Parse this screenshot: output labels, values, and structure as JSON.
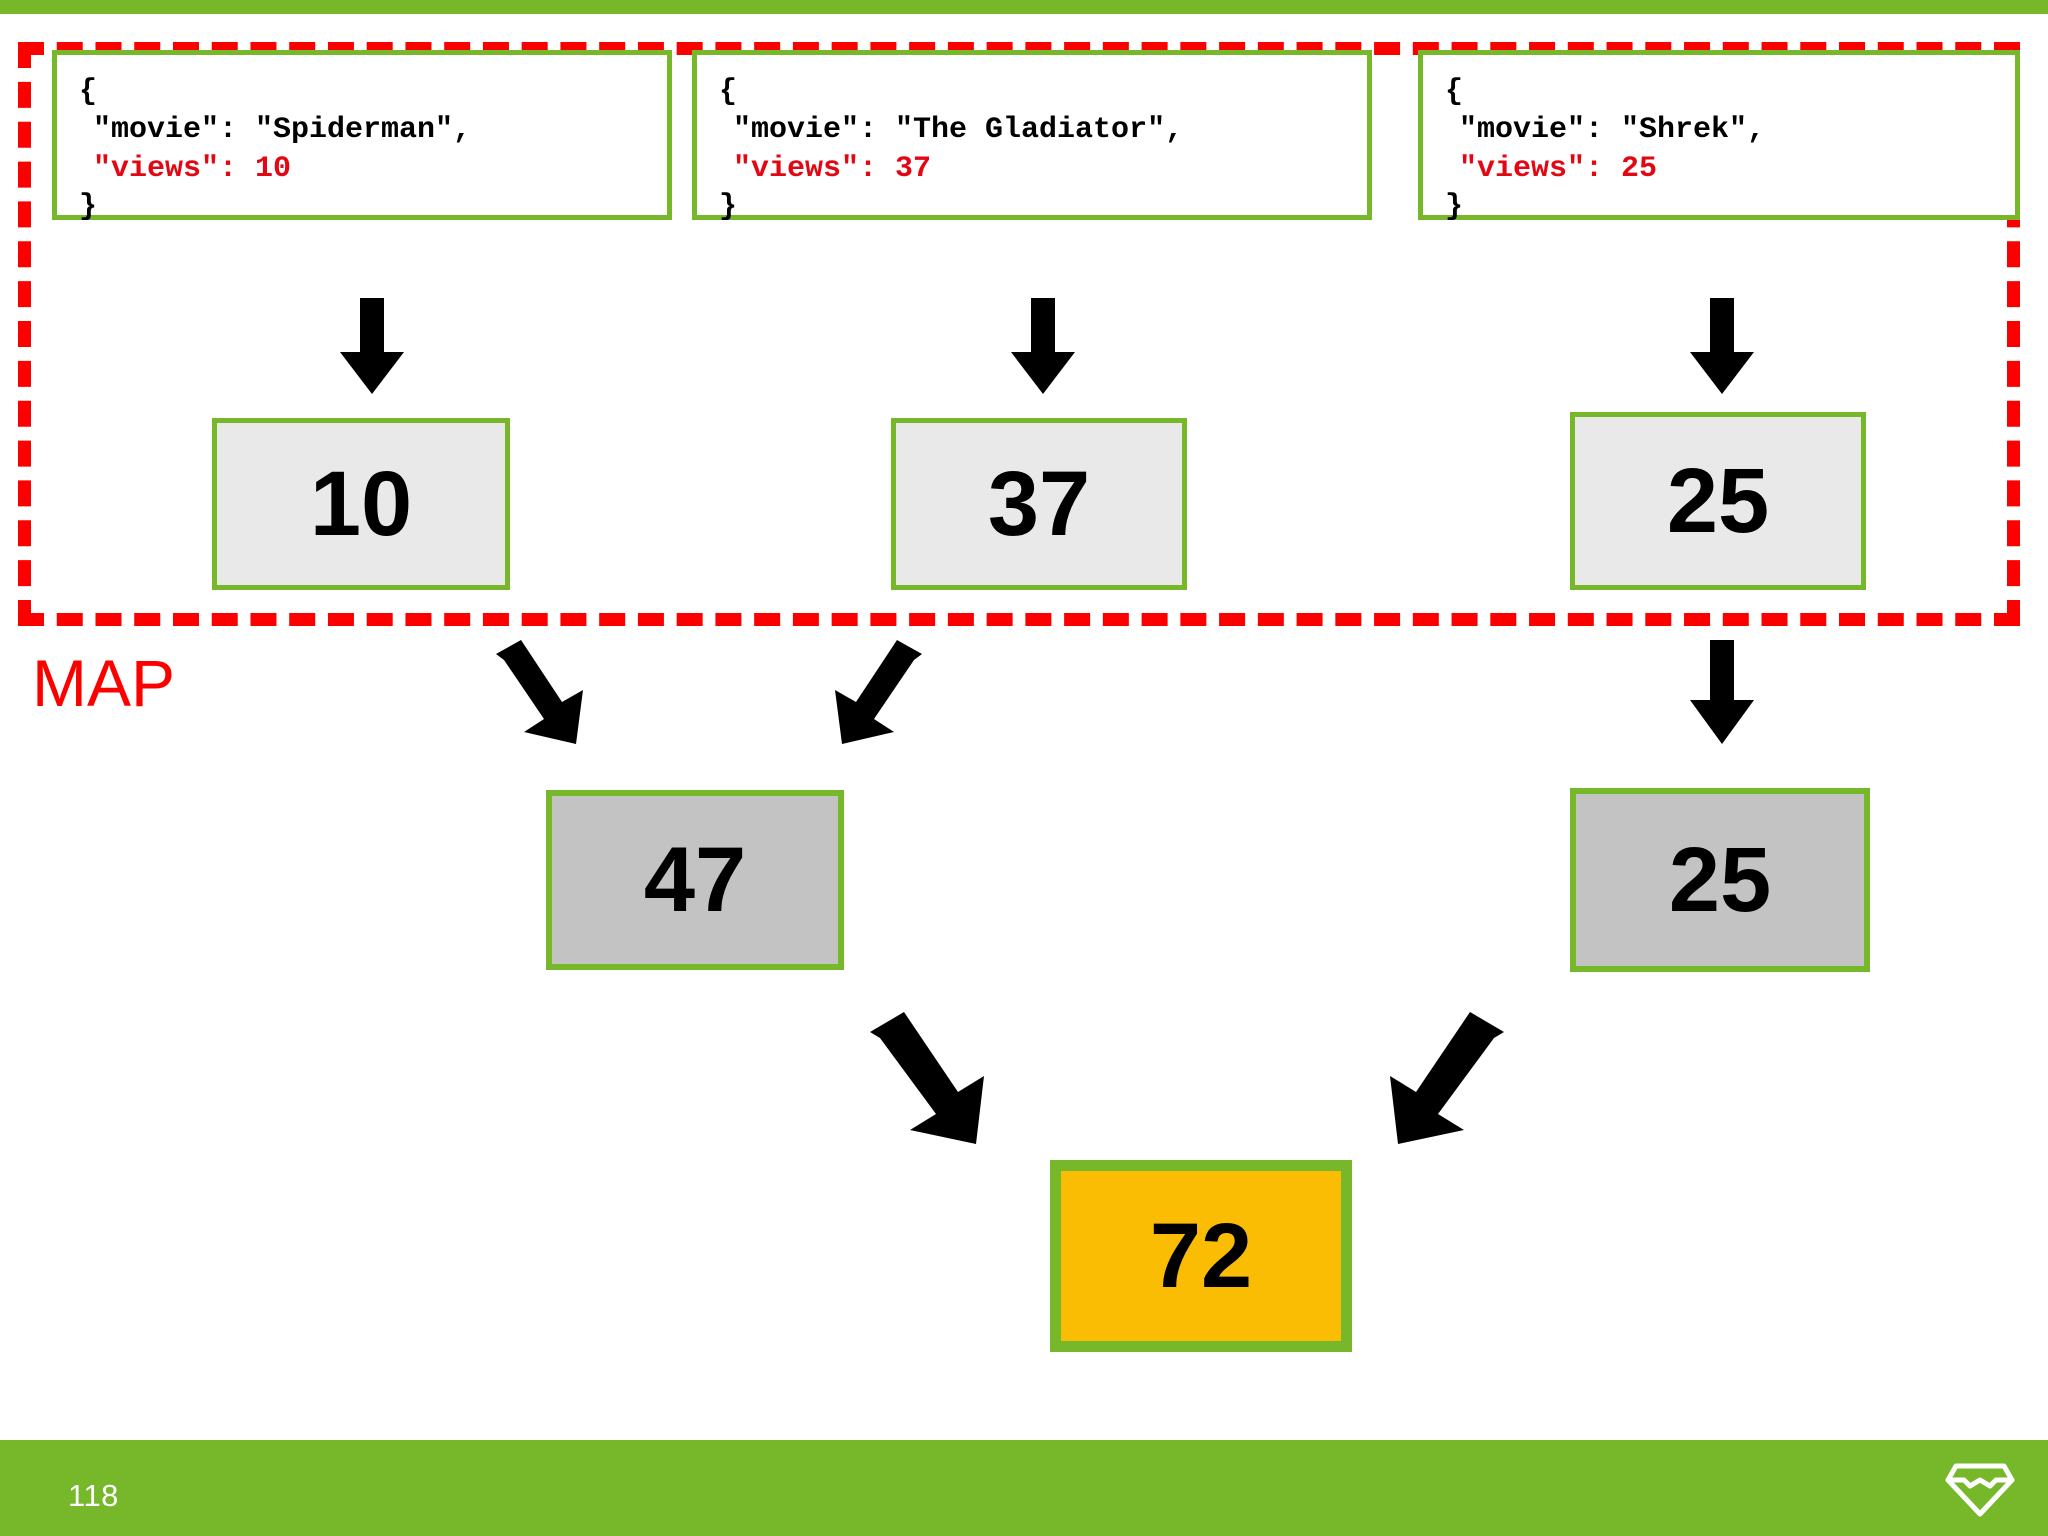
{
  "slide": {
    "page_number": "118",
    "logo_name": "diamond-gem-logo",
    "accent_green": "#76b82a",
    "accent_red": "#fc0000",
    "accent_gold": "#fbbc04"
  },
  "map_region": {
    "label": "MAP",
    "border_color": "#fc0000",
    "border_style": "dashed"
  },
  "documents": [
    {
      "open_brace": "{",
      "movie_line": "\"movie\": \"Spiderman\",",
      "views_line": "\"views\": 10",
      "close_brace": "}",
      "movie": "Spiderman",
      "views": 10
    },
    {
      "open_brace": "{",
      "movie_line": "\"movie\": \"The Gladiator\",",
      "views_line": "\"views\": 37",
      "close_brace": "}",
      "movie": "The Gladiator",
      "views": 37
    },
    {
      "open_brace": "{",
      "movie_line": "\"movie\": \"Shrek\",",
      "views_line": "\"views\": 25",
      "close_brace": "}",
      "movie": "Shrek",
      "views": 25
    }
  ],
  "map_outputs": [
    {
      "value": "10"
    },
    {
      "value": "37"
    },
    {
      "value": "25"
    }
  ],
  "reduce_level_1": [
    {
      "value": "47"
    },
    {
      "value": "25"
    }
  ],
  "final_result": {
    "value": "72"
  },
  "chart_data": {
    "type": "diagram",
    "title": "MapReduce aggregation of movie view counts",
    "inputs": [
      {
        "movie": "Spiderman",
        "views": 10
      },
      {
        "movie": "The Gladiator",
        "views": 37
      },
      {
        "movie": "Shrek",
        "views": 25
      }
    ],
    "map_stage": [
      10,
      37,
      25
    ],
    "reduce_stage": [
      47,
      25
    ],
    "result": 72
  }
}
